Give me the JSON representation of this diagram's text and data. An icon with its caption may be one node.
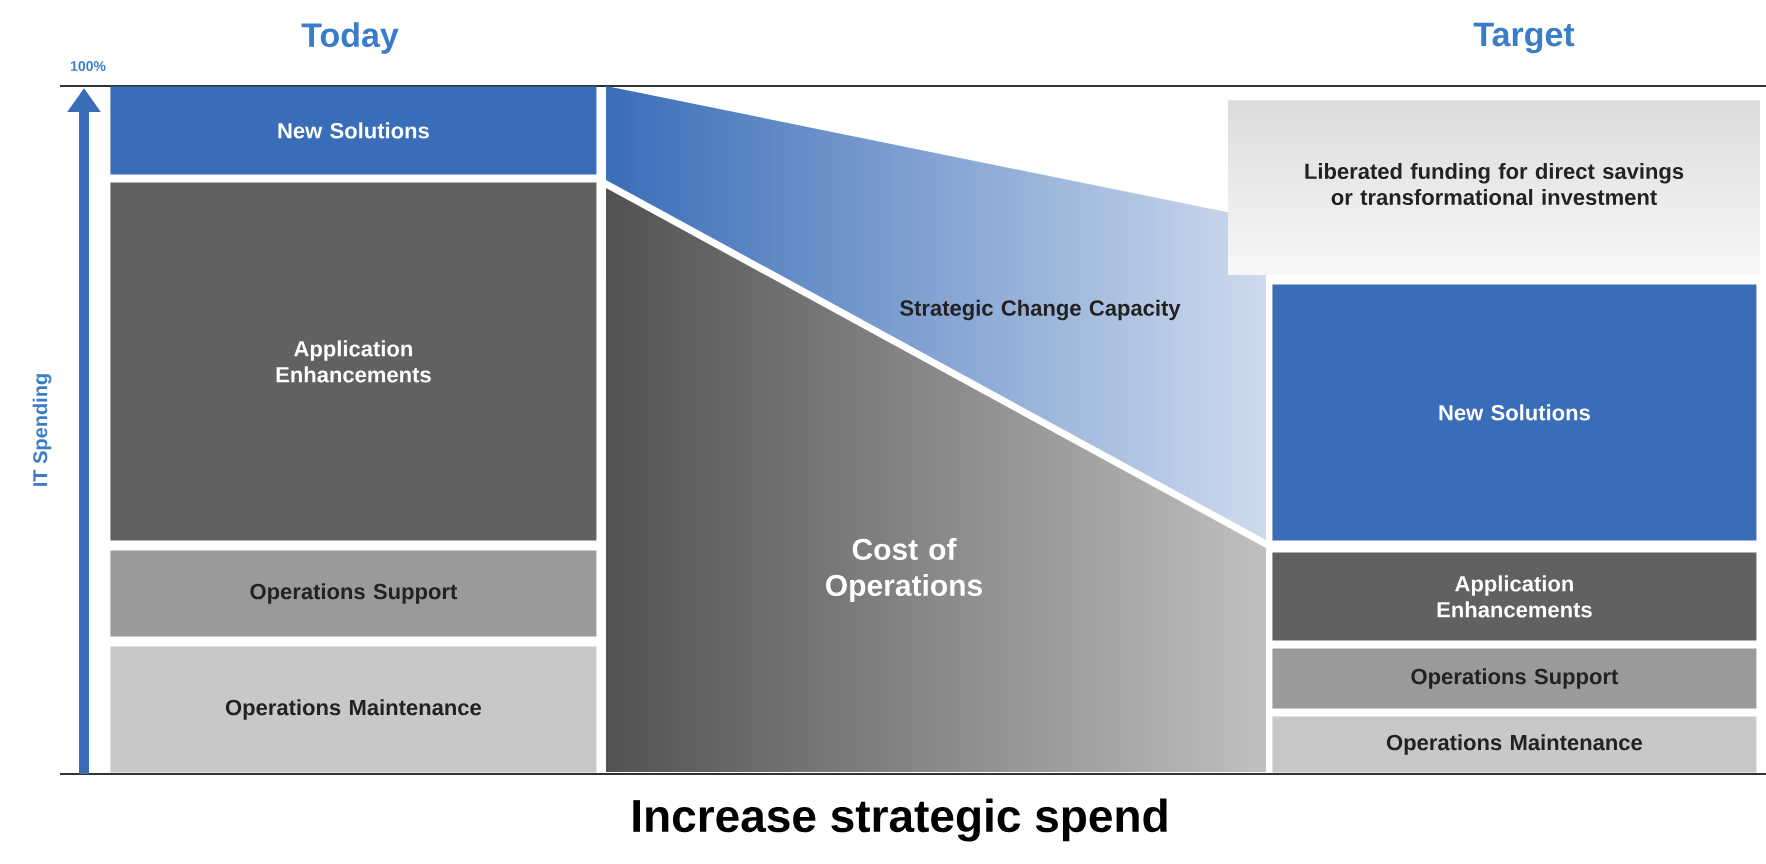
{
  "diagram": {
    "caption": "Increase strategic spend",
    "nodes": [
      {
        "text": [
          "New Solutions"
        ]
      },
      {
        "text": [
          "Application Enhancements"
        ]
      },
      {
        "text": [
          "Operations Support"
        ]
      },
      {
        "text": [
          "Operations Maintenance"
        ]
      },
      {
        "text": [
          "Strategic Change Capacity"
        ]
      },
      {
        "text": [
          "Cost of Operations"
        ]
      },
      {
        "text": [
          "Liberated funding for direct savings or transformational investment"
        ]
      },
      {
        "text": [
          "New Solutions"
        ]
      },
      {
        "text": [
          "Application Enhancements"
        ]
      },
      {
        "text": [
          "Operations Support"
        ]
      },
      {
        "text": [
          "Operations Maintenance"
        ]
      }
    ],
    "labels": [
      "Today",
      "Target",
      "100%",
      "IT Spending"
    ]
  }
}
